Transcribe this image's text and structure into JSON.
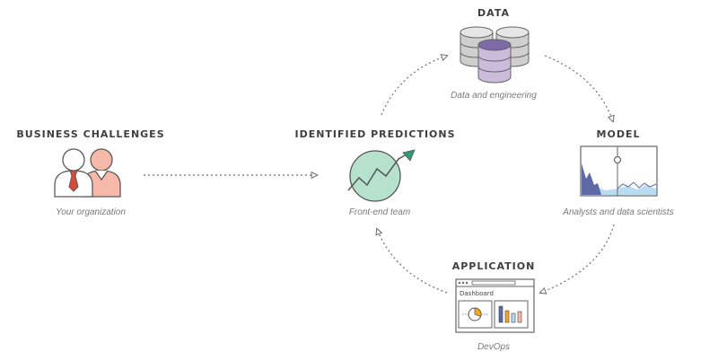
{
  "nodes": {
    "business": {
      "title": "BUSINESS CHALLENGES",
      "caption": "Your organization"
    },
    "predictions": {
      "title": "IDENTIFIED PREDICTIONS",
      "caption": "Front-end team"
    },
    "data": {
      "title": "DATA",
      "caption": "Data and engineering"
    },
    "model": {
      "title": "MODEL",
      "caption": "Analysts and data scientists"
    },
    "application": {
      "title": "APPLICATION",
      "caption": "DevOps",
      "dashboard_label": "Dashboard"
    }
  },
  "icons": {
    "business": "two-people-icon",
    "predictions": "growth-chart-icon",
    "data": "database-icon",
    "model": "line-chart-icon",
    "application": "dashboard-window-icon"
  },
  "colors": {
    "accent_purple": "#7e6aa8",
    "light_purple": "#cbbcdc",
    "mint": "#b6e2cd",
    "teal_arrow": "#2f9b72",
    "salmon": "#f6b9a9",
    "tie_red": "#d64b3c",
    "chart_blue": "#5d6aa6",
    "chart_light_blue": "#b9dcef",
    "chart_orange": "#f5a623",
    "database_gray": "#cfcfcf",
    "line": "#6e6e6e"
  }
}
